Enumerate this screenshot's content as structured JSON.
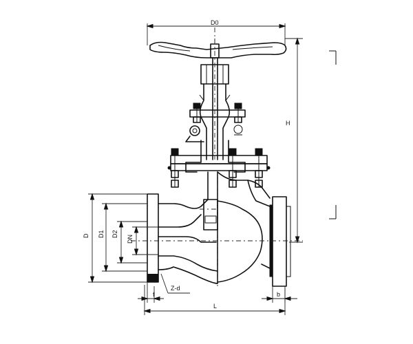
{
  "dimensions": {
    "d0": "D0",
    "h": "H",
    "d": "D",
    "d1": "D1",
    "d2": "D2",
    "dn": "DN",
    "f": "f",
    "l": "L",
    "b": "b",
    "zd": "Z-d"
  }
}
